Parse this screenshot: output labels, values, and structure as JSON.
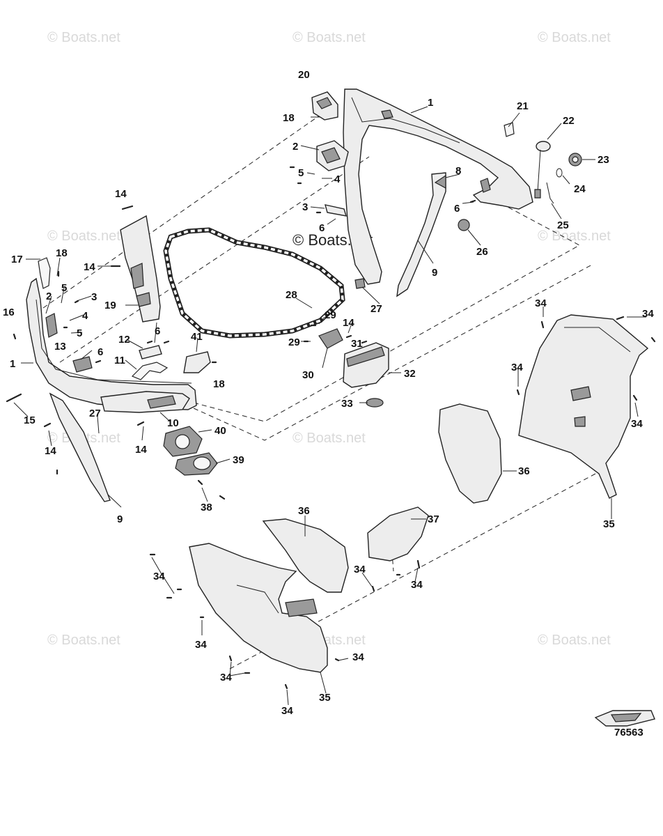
{
  "watermarks": {
    "site": "© Boats.net"
  },
  "figure_number": "76563",
  "callouts": {
    "c1a": "1",
    "c1b": "1",
    "c2a": "2",
    "c2b": "2",
    "c3a": "3",
    "c3b": "3",
    "c4a": "4",
    "c4b": "4",
    "c5a": "5",
    "c5b": "5",
    "c5c": "5",
    "c6a": "6",
    "c6b": "6",
    "c6c": "6",
    "c6d": "6",
    "c8": "8",
    "c9a": "9",
    "c9b": "9",
    "c10": "10",
    "c11": "11",
    "c12": "12",
    "c13": "13",
    "c14a": "14",
    "c14b": "14",
    "c14c": "14",
    "c14d": "14",
    "c14e": "14",
    "c15": "15",
    "c16": "16",
    "c17": "17",
    "c18a": "18",
    "c18b": "18",
    "c18c": "18",
    "c19": "19",
    "c20": "20",
    "c21": "21",
    "c22": "22",
    "c23": "23",
    "c24": "24",
    "c25": "25",
    "c26": "26",
    "c27a": "27",
    "c27b": "27",
    "c28": "28",
    "c29a": "29",
    "c29b": "29",
    "c30": "30",
    "c31": "31",
    "c32": "32",
    "c33": "33",
    "c34a": "34",
    "c34b": "34",
    "c34c": "34",
    "c34d": "34",
    "c34e": "34",
    "c34f": "34",
    "c34g": "34",
    "c34h": "34",
    "c34i": "34",
    "c35a": "35",
    "c35b": "35",
    "c36a": "36",
    "c36b": "36",
    "c37": "37",
    "c38": "38",
    "c39": "39",
    "c40": "40",
    "c41": "41"
  },
  "colors": {
    "line": "#222222",
    "part_fill": "#ededed",
    "watermark": "#d9d9d9"
  }
}
